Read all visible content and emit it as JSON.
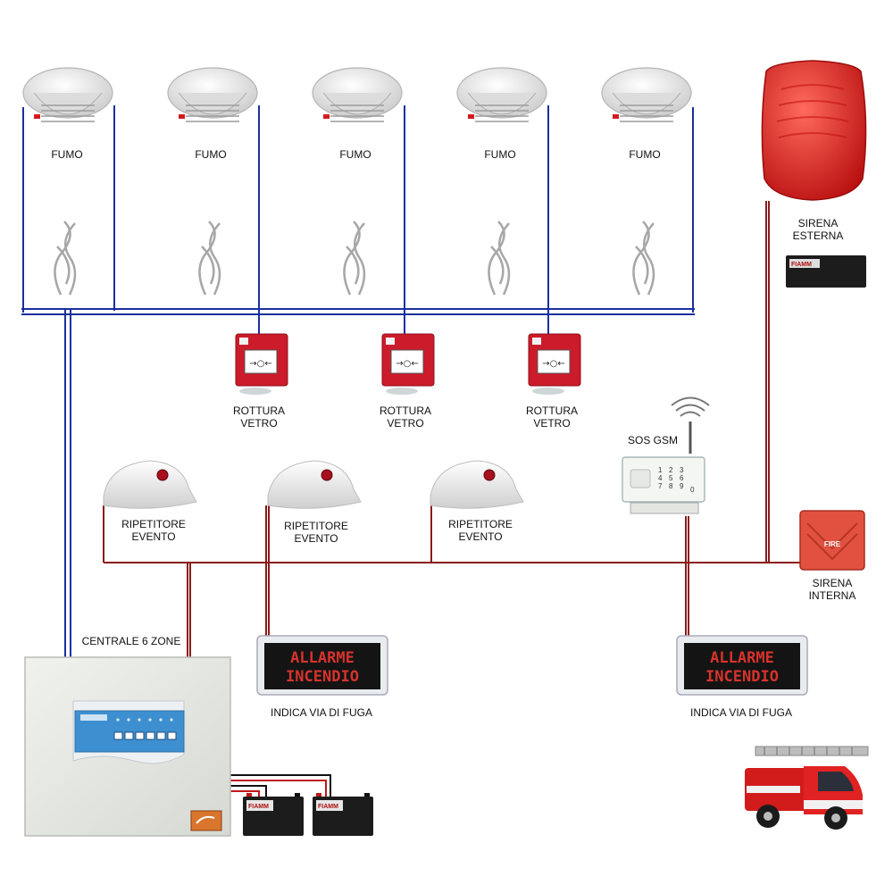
{
  "labels": {
    "smoke": "FUMO",
    "glass": [
      "ROTTURA",
      "VETRO"
    ],
    "repeater": [
      "RIPETITORE",
      "EVENTO"
    ],
    "gsm": "SOS GSM",
    "ext_siren": [
      "SIRENA",
      "ESTERNA"
    ],
    "int_siren": [
      "SIRENA",
      "INTERNA"
    ],
    "panel": "CENTRALE 6 ZONE",
    "exit_sign": "INDICA VIA DI FUGA",
    "sign_text": [
      "ALLARME",
      "INCENDIO"
    ],
    "fire_text": "FIRE",
    "battery_brand": "FIAMM",
    "keypad": [
      "1",
      "2",
      "3",
      "4",
      "5",
      "6",
      "7",
      "8",
      "9",
      "0"
    ]
  },
  "colors": {
    "detector_wire": "#1a2f9e",
    "siren_wire": "#8b1a1a",
    "siren_red": "#e02020",
    "sign_red": "#d8322c"
  }
}
